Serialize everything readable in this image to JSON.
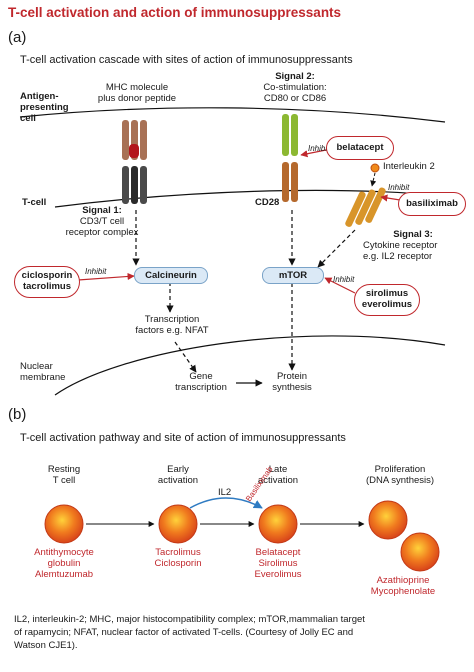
{
  "title": "T-cell activation and action of immunosuppressants",
  "panel_a": {
    "label": "(a)",
    "subtitle": "T-cell activation cascade with sites of action of immunosuppressants",
    "apc_label": [
      "Antigen-",
      "presenting",
      "cell"
    ],
    "tcell_label": "T-cell",
    "mhc_label": [
      "MHC molecule",
      "plus donor peptide"
    ],
    "signal2_label": "Signal 2:",
    "signal2_desc": [
      "Co-stimulation:",
      "CD80 or CD86"
    ],
    "signal1_label": "Signal 1:",
    "signal1_desc": [
      "CD3/T cell",
      "receptor complex"
    ],
    "cd28_label": "CD28",
    "il2_label": "Interleukin 2",
    "signal3_label": "Signal 3:",
    "signal3_desc": [
      "Cytokine receptor",
      "e.g. IL2 receptor"
    ],
    "calcineurin": "Calcineurin",
    "mtor": "mTOR",
    "transcription": [
      "Transcription",
      "factors e.g. NFAT"
    ],
    "nuclear": [
      "Nuclear",
      "membrane"
    ],
    "gene": [
      "Gene",
      "transcription"
    ],
    "protein": [
      "Protein",
      "synthesis"
    ],
    "inhibit": "Inhibit",
    "drugs": {
      "belatacept": "belatacept",
      "basiliximab": "basiliximab",
      "ciclosporin": "ciclosporin",
      "tacrolimus": "tacrolimus",
      "sirolimus": "sirolimus",
      "everolimus": "everolimus"
    },
    "colors": {
      "mhc": "#a87155",
      "tcr": "#3a3a3a",
      "cd80": "#8cb832",
      "cd28": "#b5692d",
      "il2r": "#d8952a",
      "peptide": "#b3151b",
      "inhibit_arrow": "#c0282d"
    }
  },
  "panel_b": {
    "label": "(b)",
    "subtitle": "T-cell activation pathway and site of action of immunosuppressants",
    "stages": [
      {
        "label": [
          "Resting",
          "T cell"
        ],
        "drugs": [
          "Antithymocyte",
          "globulin",
          "Alemtuzumab"
        ]
      },
      {
        "label": [
          "Early",
          "activation"
        ],
        "drugs": [
          "Tacrolimus",
          "Ciclosporin"
        ]
      },
      {
        "label": [
          "Late",
          "activation"
        ],
        "drugs": [
          "Belatacept",
          "Sirolimus",
          "Everolimus"
        ]
      },
      {
        "label": [
          "Proliferation",
          "(DNA synthesis)"
        ],
        "drugs": [
          "Azathioprine",
          "Mycophenolate"
        ]
      }
    ],
    "il2_label": "IL2",
    "basiliximab_label": "Basiliximab",
    "colors": {
      "cell": "#e8601c",
      "cell_highlight": "#ffcf3a",
      "il2_arrow": "#2f7bc2"
    }
  },
  "footnote": [
    "IL2, interleukin-2; MHC, major histocompatibility complex; mTOR,mammalian target",
    "of rapamycin; NFAT, nuclear factor of activated T-cells. (Courtesy of Jolly EC and",
    "Watson CJE1)."
  ]
}
